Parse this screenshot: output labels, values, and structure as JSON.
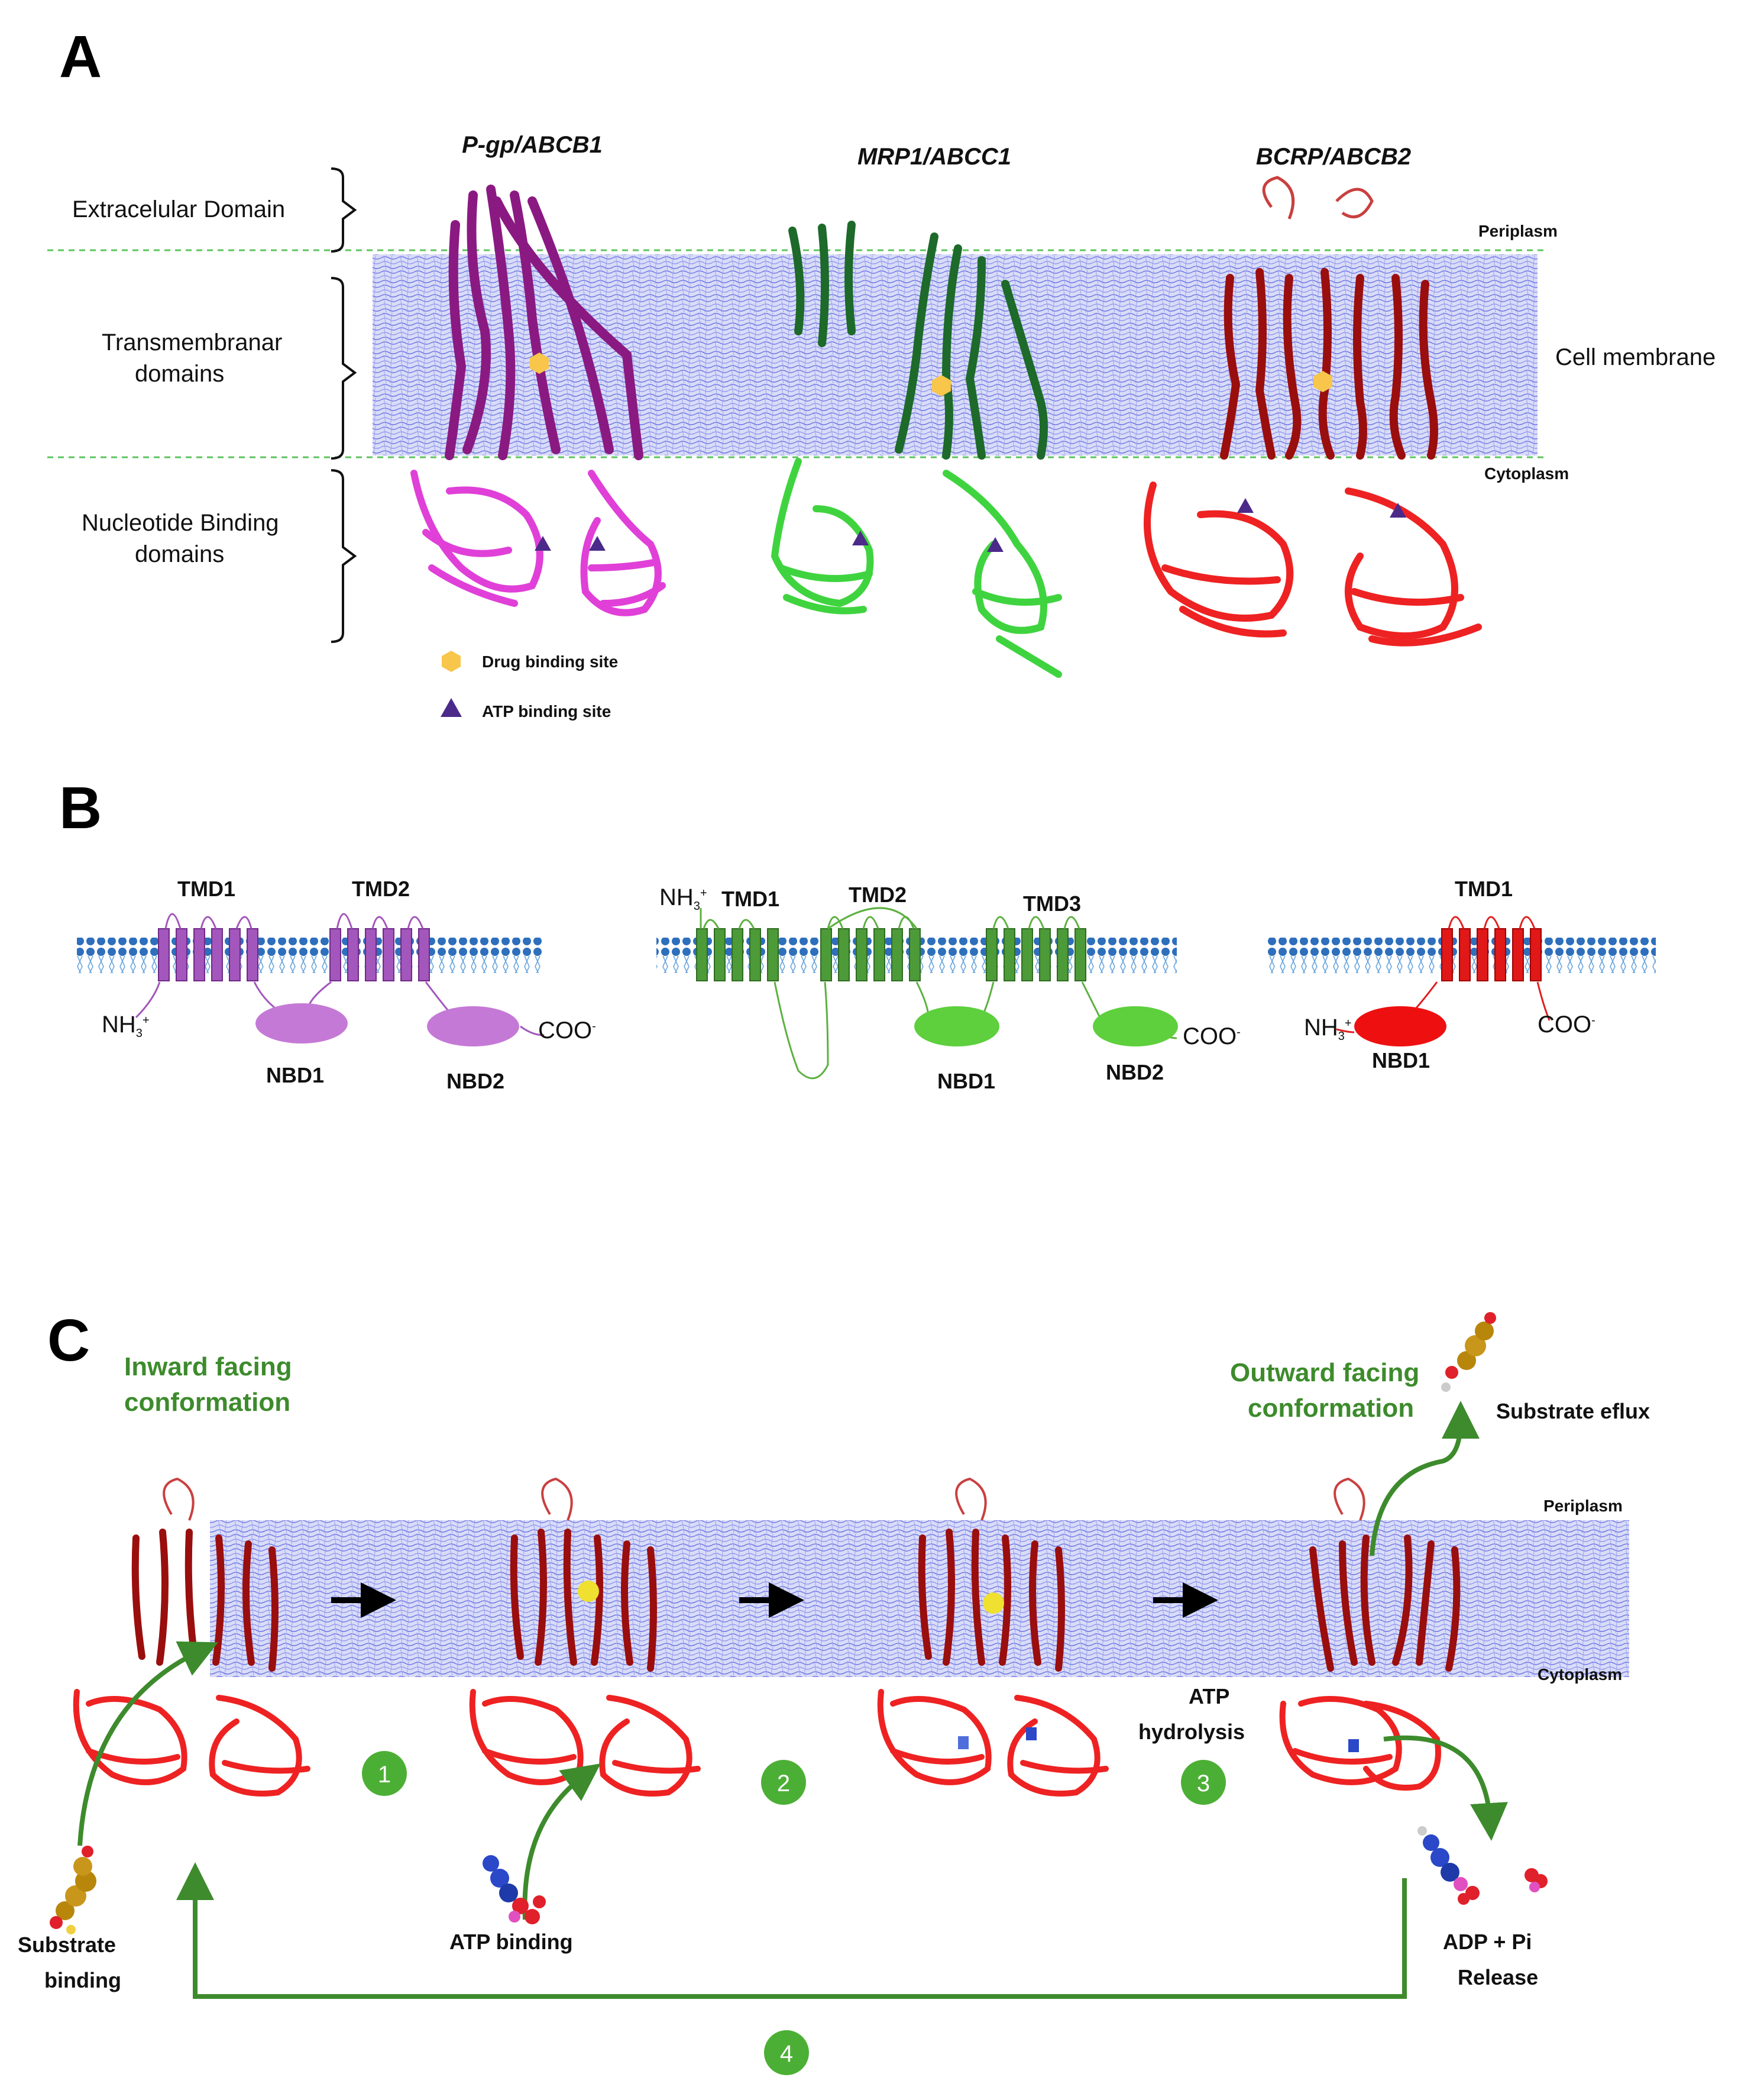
{
  "panel_a": {
    "letter": "A",
    "transporters": [
      {
        "name": "P-gp/ABCB1",
        "color": "#b0179a",
        "light": "#e83ae0"
      },
      {
        "name": "MRP1/ABCC1",
        "color": "#1d6a2a",
        "light": "#3fd43f"
      },
      {
        "name": "BCRP/ABCB2",
        "color": "#9a0e0e",
        "light": "#ee2222"
      }
    ],
    "domains": {
      "extracellular": "Extracelular Domain",
      "transmembrane_1": "Transmembranar",
      "transmembrane_2": "domains",
      "nbd_1": "Nucleotide Binding",
      "nbd_2": "domains"
    },
    "periplasm": "Periplasm",
    "cell_membrane": "Cell membrane",
    "cytoplasm": "Cytoplasm",
    "legend": {
      "drug": "Drug binding site",
      "atp": "ATP binding site",
      "drug_color": "#f7c64a",
      "atp_color": "#4b2a8a"
    }
  },
  "panel_b": {
    "letter": "B",
    "nh3": "NH",
    "nh3_sub": "3",
    "nh3_sup": "+",
    "coo": "COO",
    "coo_sup": "-",
    "pgp": {
      "tmd1": "TMD1",
      "tmd2": "TMD2",
      "nbd1": "NBD1",
      "nbd2": "NBD2",
      "color": "#c579d6",
      "helix": "#8f3aa6"
    },
    "mrp1": {
      "tmd1": "TMD1",
      "tmd2": "TMD2",
      "tmd3": "TMD3",
      "nbd1": "NBD1",
      "nbd2": "NBD2",
      "color": "#5ecf3d",
      "helix": "#3e8a2c"
    },
    "bcrp": {
      "tmd1": "TMD1",
      "nbd1": "NBD1",
      "color": "#ee1010",
      "helix": "#c00000"
    }
  },
  "panel_c": {
    "letter": "C",
    "inward_1": "Inward facing",
    "inward_2": "conformation",
    "outward_1": "Outward facing",
    "outward_2": "conformation",
    "substrate_efflux": "Substrate eflux",
    "periplasm": "Periplasm",
    "cytoplasm": "Cytoplasm",
    "atp_hydrolysis_1": "ATP",
    "atp_hydrolysis_2": "hydrolysis",
    "substrate_binding_1": "Substrate",
    "substrate_binding_2": "binding",
    "atp_binding": "ATP binding",
    "adp_release_1": "ADP  + Pi",
    "adp_release_2": "Release",
    "steps": [
      "1",
      "2",
      "3",
      "4"
    ],
    "step_color": "#4caf35",
    "arrow_color": "#3d8b2c"
  }
}
